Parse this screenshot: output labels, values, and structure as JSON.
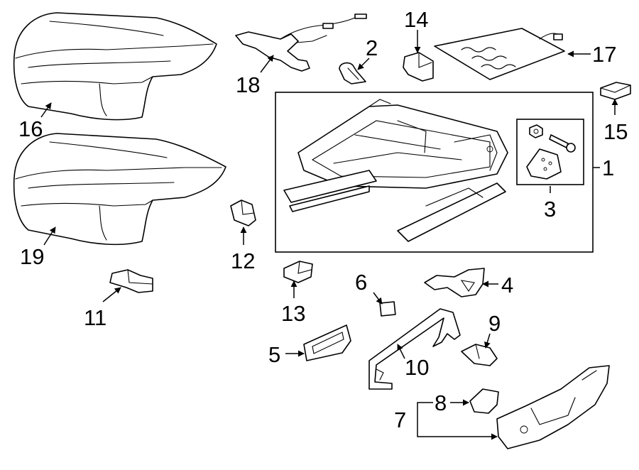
{
  "diagram": {
    "type": "exploded parts diagram",
    "subject": "seat cushion and frame assembly",
    "callouts": [
      "1",
      "2",
      "3",
      "4",
      "5",
      "6",
      "7",
      "8",
      "9",
      "10",
      "11",
      "12",
      "13",
      "14",
      "15",
      "16",
      "17",
      "18",
      "19"
    ]
  }
}
